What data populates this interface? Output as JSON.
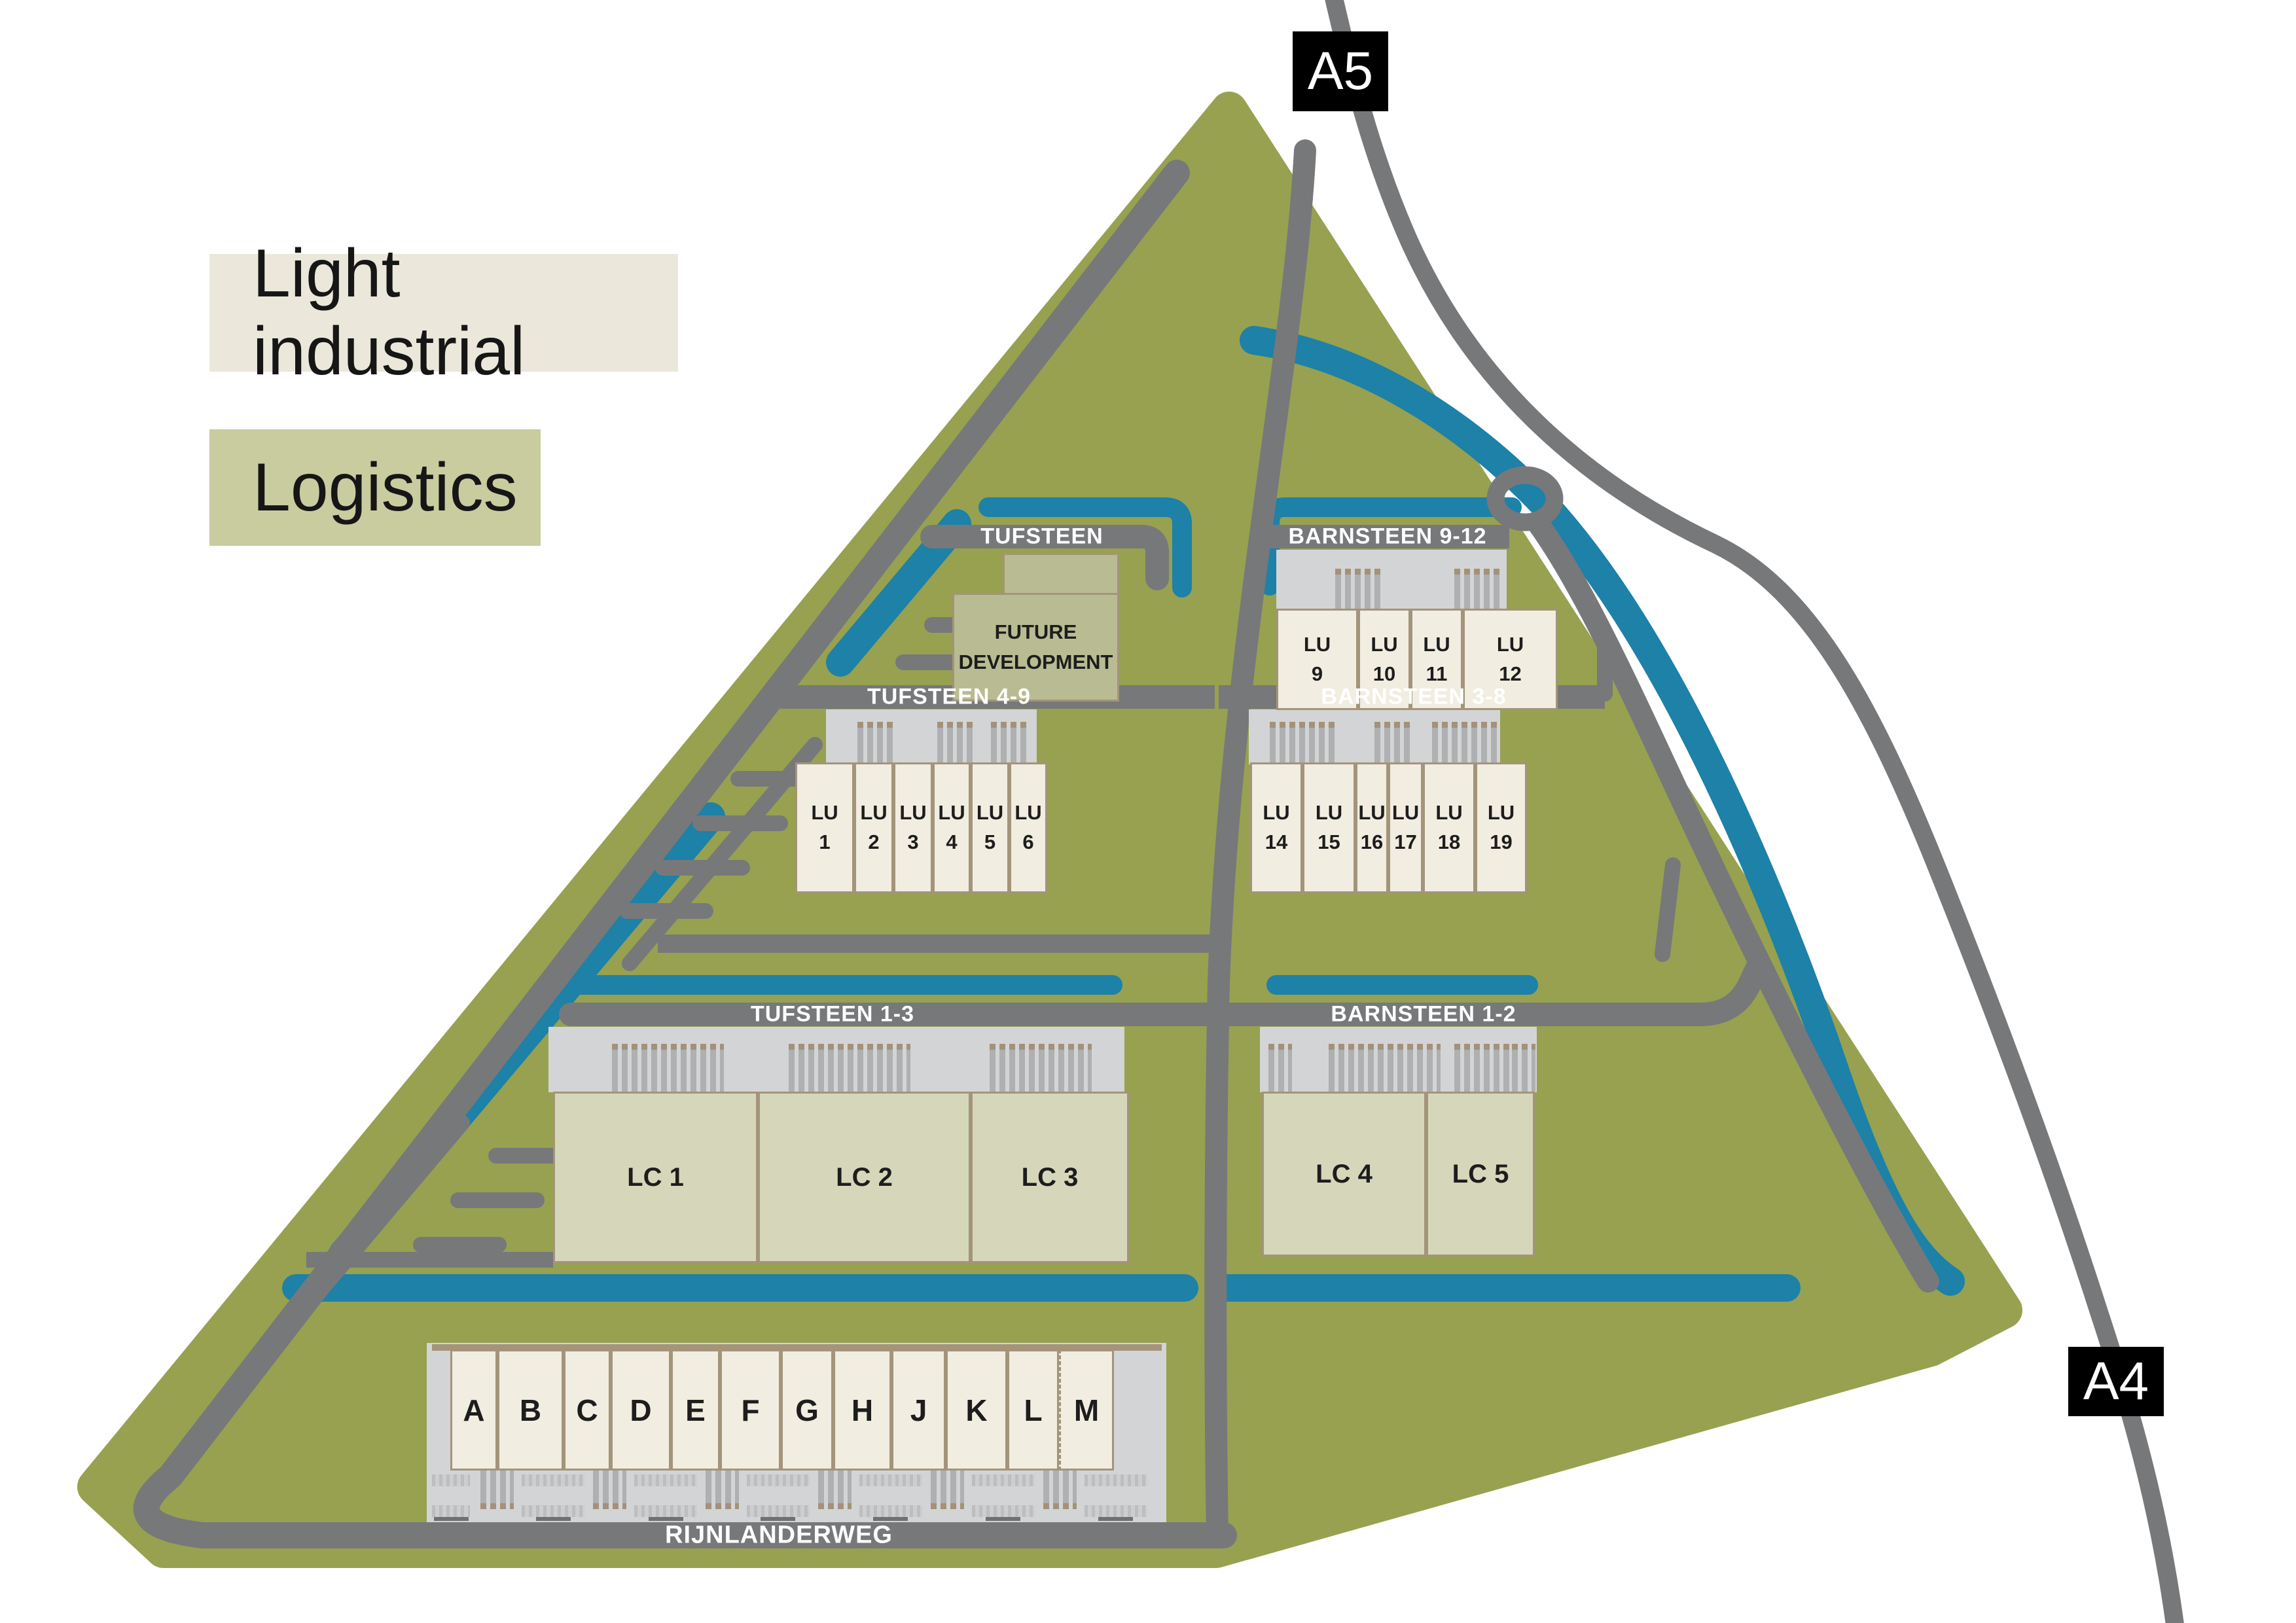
{
  "legend": {
    "light_industrial": "Light industrial",
    "logistics": "Logistics"
  },
  "badges": {
    "a5": "A5",
    "a4": "A4"
  },
  "roads": {
    "tufsteen": "TUFSTEEN",
    "barnsteen_9_12": "BARNSTEEN 9-12",
    "tufsteen_4_9": "TUFSTEEN 4-9",
    "barnsteen_3_8": "BARNSTEEN 3-8",
    "tufsteen_1_3": "TUFSTEEN 1-3",
    "barnsteen_1_2": "BARNSTEEN 1-2",
    "rijnlanderweg": "RIJNLANDERWEG"
  },
  "buildings": {
    "future_development": "FUTURE\nDEVELOPMENT",
    "lu_tufsteen": [
      "LU\n1",
      "LU\n2",
      "LU\n3",
      "LU\n4",
      "LU\n5",
      "LU\n6"
    ],
    "lu_barnsteen_upper": [
      "LU\n9",
      "LU\n10",
      "LU\n11",
      "LU\n12"
    ],
    "lu_barnsteen_lower": [
      "LU\n14",
      "LU\n15",
      "LU\n16",
      "LU\n17",
      "LU\n18",
      "LU\n19"
    ],
    "lc_tufsteen": [
      "LC 1",
      "LC 2",
      "LC 3"
    ],
    "lc_barnsteen": [
      "LC 4",
      "LC 5"
    ],
    "units_rijnlanderweg": [
      "A",
      "B",
      "C",
      "D",
      "E",
      "F",
      "G",
      "H",
      "J",
      "K",
      "L",
      "M"
    ]
  },
  "colors": {
    "site_green": "#97a150",
    "water_cycle_teal": "#1d81a8",
    "road_gray": "#77787a",
    "dock_pad_gray": "#d3d4d5",
    "light_industrial_fill": "#f1ede1",
    "logistics_fill": "#d6d7ba",
    "future_fill": "#b9bc92",
    "building_border_tan": "#a3947a",
    "badge_black": "#000000",
    "legend_cream": "#ebe7da",
    "legend_sage": "#c9cc9f"
  }
}
